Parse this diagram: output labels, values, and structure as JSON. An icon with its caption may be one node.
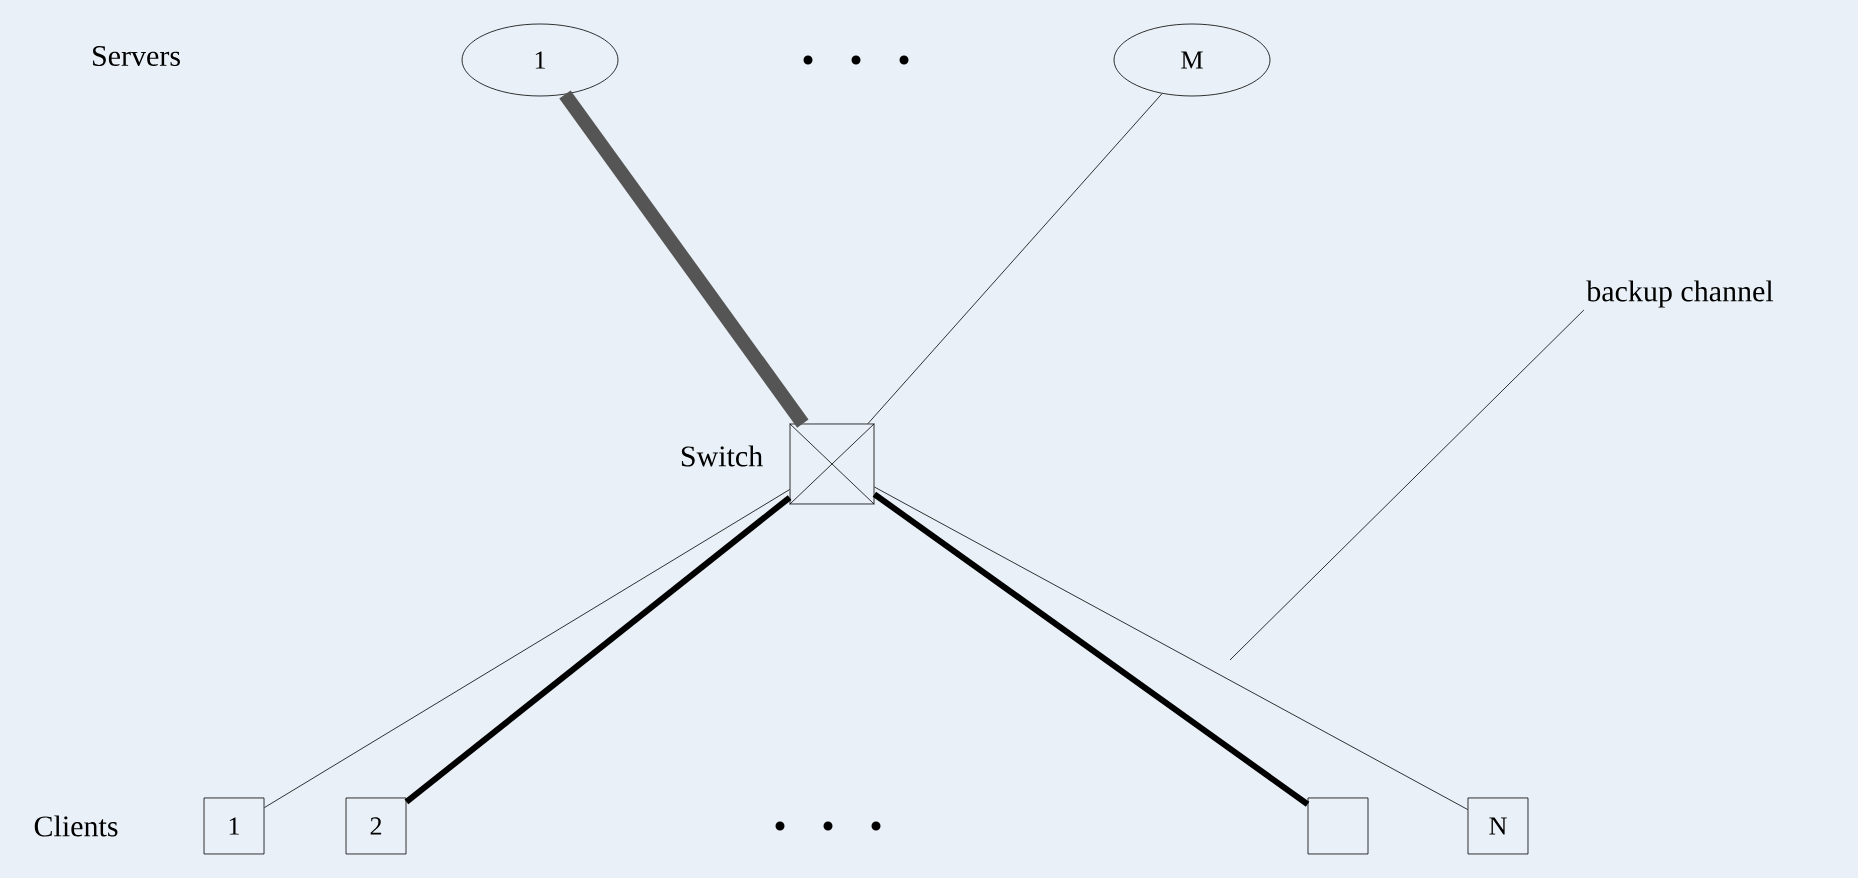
{
  "diagram": {
    "nodes": [
      {
        "text": [
          "1"
        ]
      },
      {
        "text": [
          "M"
        ]
      },
      {
        "text": [],
        "shape": "box",
        "beside": [
          "Switch"
        ]
      },
      {
        "text": [
          "1"
        ]
      },
      {
        "text": [
          "2"
        ]
      },
      {
        "text": [],
        "shape": "box"
      },
      {
        "text": [
          "N"
        ]
      },
      {
        "text": [
          "backup channel"
        ]
      }
    ],
    "edges": [
      {
        "from": 0,
        "to": 2,
        "arrow": "none",
        "style": "thick",
        "color": "#555555"
      },
      {
        "from": 1,
        "to": 2,
        "arrow": "none"
      },
      {
        "from": 2,
        "to": 3,
        "arrow": "none"
      },
      {
        "from": 2,
        "to": 4,
        "arrow": "none",
        "style": "thick"
      },
      {
        "from": 2,
        "to": 5,
        "arrow": "none",
        "style": "thick"
      },
      {
        "from": 2,
        "to": 6,
        "arrow": "none"
      },
      {
        "from": 7,
        "to": null,
        "arrow": "none"
      }
    ],
    "labels": [
      "Servers",
      "Clients"
    ]
  }
}
